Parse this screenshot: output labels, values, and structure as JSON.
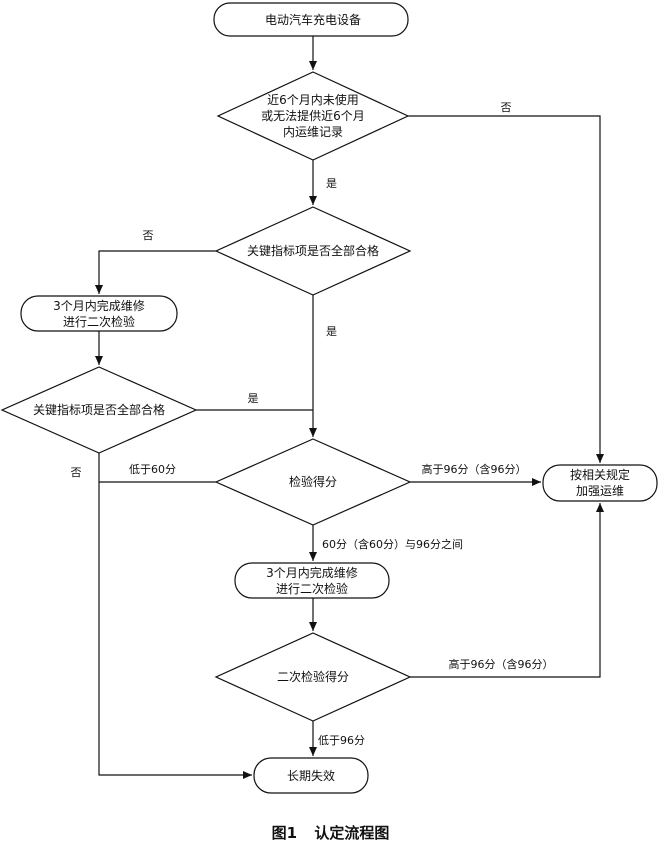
{
  "nodes": {
    "start": "电动汽车充电设备",
    "decision1": [
      "近6个月内未使用",
      "或无法提供近6个月",
      "内运维记录"
    ],
    "decision2": "关键指标项是否全部合格",
    "repair1": [
      "3个月内完成维修",
      "进行二次检验"
    ],
    "decision3": "关键指标项是否全部合格",
    "score": "检验得分",
    "maintain": [
      "按相关规定",
      "加强运维"
    ],
    "repair2": [
      "3个月内完成维修",
      "进行二次检验"
    ],
    "score2": "二次检验得分",
    "fail": "长期失效"
  },
  "edges": {
    "d1_no": "否",
    "d1_yes": "是",
    "d2_no": "否",
    "d2_yes": "是",
    "d3_yes": "是",
    "d3_no": "否",
    "low60": "低于60分",
    "high96": "高于96分（含96分）",
    "mid": "60分（含60分）与96分之间",
    "high96_2": "高于96分（含96分）",
    "low96": "低于96分"
  },
  "caption": {
    "figure": "图1",
    "title": "认定流程图"
  }
}
